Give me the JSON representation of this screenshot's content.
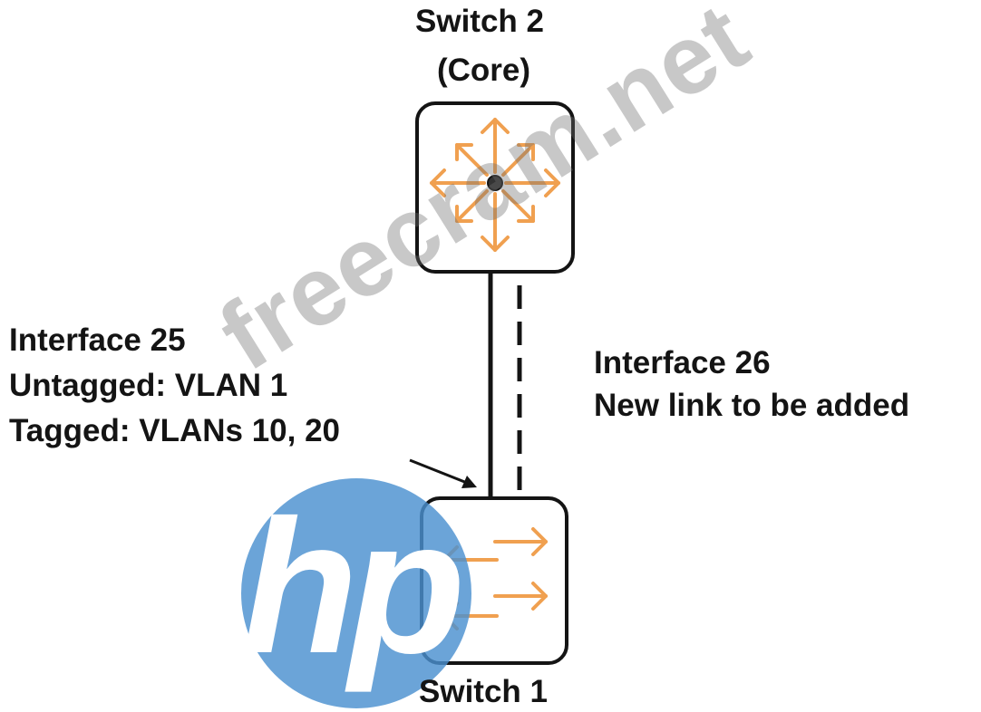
{
  "switch2": {
    "name": "Switch 2",
    "role": "(Core)",
    "icon": "core-switch-arrows-icon"
  },
  "switch1": {
    "name": "Switch 1",
    "icon": "access-switch-arrows-icon"
  },
  "interface25": {
    "name": "Interface 25",
    "untagged": "Untagged: VLAN 1",
    "tagged": "Tagged: VLANs 10, 20"
  },
  "interface26": {
    "name": "Interface 26",
    "note": "New link to be added"
  },
  "watermark": {
    "text": "freecram.net"
  },
  "logo": {
    "text": "hp",
    "color": "#4a90d0"
  },
  "colors": {
    "accent": "#f0a050",
    "line": "#141414"
  }
}
